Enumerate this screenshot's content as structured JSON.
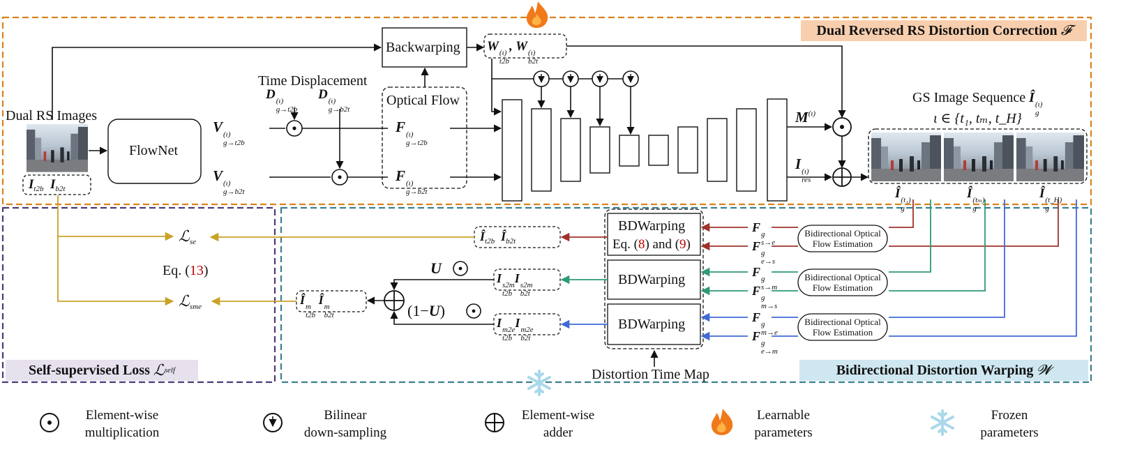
{
  "titles": {
    "correction": "Dual Reversed RS Distortion Correction",
    "correction_symbol": "𝓕",
    "warping": "Bidirectional Distortion Warping",
    "warping_symbol": "𝓦",
    "loss": "Self-supervised Loss",
    "loss_symbol": "ℒ",
    "loss_sub": "self"
  },
  "labels": {
    "dual_rs": "Dual RS Images",
    "flownet": "FlowNet",
    "backwarping": "Backwarping",
    "time_disp": "Time Displacement",
    "optical_flow": "Optical Flow",
    "gs_seq": "GS Image Sequence",
    "iota_set": "ι ∈ {t₁, tₘ, t_H}",
    "bdwarp1": "BDWarping",
    "bdwarp_eq_a": "Eq. (",
    "bdwarp_eq_8": "8",
    "bdwarp_eq_mid": ") and (",
    "bdwarp_eq_9": "9",
    "bdwarp_eq_c": ")",
    "bdwarp2": "BDWarping",
    "bdwarp3": "BDWarping",
    "dtm": "Distortion Time Map",
    "bofe1a": "Bidirectional Optical",
    "bofe1b": "Flow Estimation",
    "bofe2a": "Bidirectional Optical",
    "bofe2b": "Flow Estimation",
    "bofe3a": "Bidirectional Optical",
    "bofe3b": "Flow Estimation",
    "eq13_a": "Eq. (",
    "eq13_n": "13",
    "eq13_b": ")",
    "one_minus": "(1−",
    "one_minus_close": ")"
  },
  "legend": {
    "mult_1": "Element-wise",
    "mult_2": "multiplication",
    "down_1": "Bilinear",
    "down_2": "down-sampling",
    "add_1": "Element-wise",
    "add_2": "adder",
    "learn_1": "Learnable",
    "learn_2": "parameters",
    "frozen_1": "Frozen",
    "frozen_2": "parameters"
  },
  "colors": {
    "orange_border": "#d9821e",
    "correction_title_bg": "#f8cfae",
    "teal_border": "#3a7f8f",
    "warping_title_bg": "#cfe7f0",
    "purple_border": "#4b3a78",
    "loss_title_bg": "#e7e1ee",
    "gold": "#c9a227",
    "red_arrow": "#a0322c",
    "green_arrow": "#2f9a74",
    "blue_arrow": "#4169d6",
    "flame": "#f07a1a",
    "snow": "#a9d8ea"
  }
}
